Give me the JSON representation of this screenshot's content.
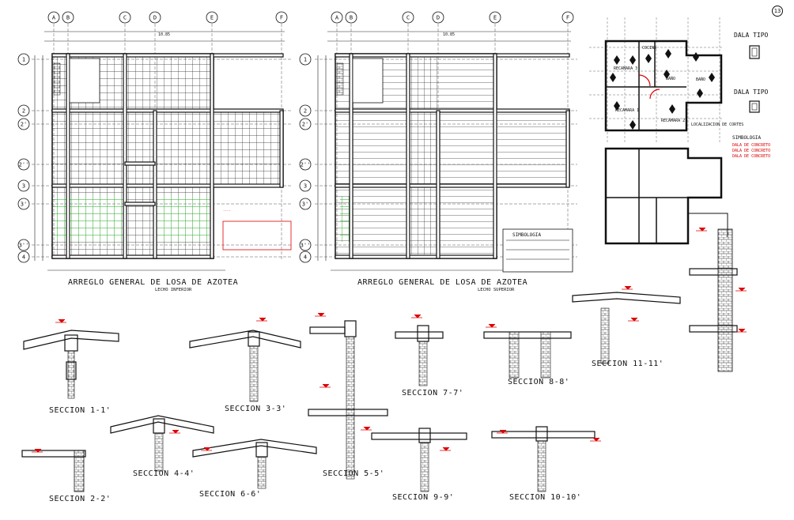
{
  "sheet_number": "13",
  "plan_left": {
    "title": "ARREGLO GENERAL DE LOSA DE AZOTEA",
    "subtitle": "LECHO INFERIOR",
    "total_dim": "10.85",
    "col_axes": [
      "A",
      "B",
      "C",
      "D",
      "E",
      "F"
    ],
    "row_axes": [
      "1",
      "2",
      "2'",
      "2''",
      "3",
      "3'",
      "3''",
      "4"
    ]
  },
  "plan_right": {
    "title": "ARREGLO GENERAL DE LOSA DE AZOTEA",
    "subtitle": "LECHO SUPERIOR",
    "total_dim": "10.85",
    "col_axes": [
      "A",
      "B",
      "C",
      "D",
      "E",
      "F"
    ],
    "row_axes": [
      "1",
      "2",
      "2'",
      "2''",
      "3",
      "3'",
      "3''",
      "4"
    ]
  },
  "dala_tipo_1": "DALA TIPO",
  "dala_tipo_2": "DALA TIPO",
  "localizacion": "LOCALIZACION DE CORTES",
  "simbologia_title": "SIMBOLOGIA",
  "simbologia_items": [
    "DALA DE CONCRETO",
    "DALA DE CONCRETO",
    "DALA DE CONCRETO"
  ],
  "rooms": [
    "RECAMARA 1",
    "COCINA",
    "BAÑO",
    "RECAMARA 2",
    "BAÑO",
    "RECAMARA 3"
  ],
  "sections": [
    "SECCION 1-1'",
    "SECCION 2-2'",
    "SECCION 3-3'",
    "SECCION 4-4'",
    "SECCION 5-5'",
    "SECCION 6-6'",
    "SECCION 7-7'",
    "SECCION 8-8'",
    "SECCION 9-9'",
    "SECCION 10-10'",
    "SECCION 11-11'"
  ]
}
